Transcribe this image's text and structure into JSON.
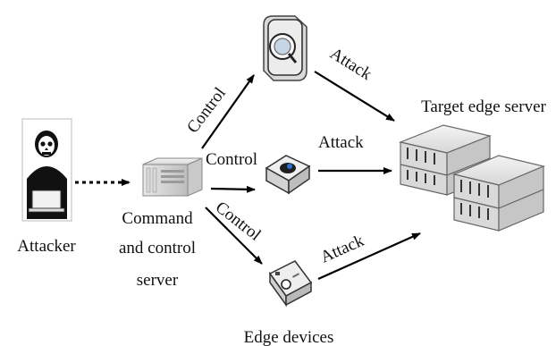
{
  "labels": {
    "attacker": "Attacker",
    "cc_server_line1": "Command",
    "cc_server_line2": "and control",
    "cc_server_line3": "server",
    "edge_devices": "Edge devices",
    "target": "Target edge server",
    "control_top": "Control",
    "control_mid": "Control",
    "control_bottom": "Control",
    "attack_top": "Attack",
    "attack_mid": "Attack",
    "attack_bottom": "Attack"
  },
  "icons": {
    "attacker": "hacker-skull-icon",
    "cc_server": "server-tower-icon",
    "camera": "security-camera-icon",
    "sensor": "smart-sensor-icon",
    "device": "iot-device-icon",
    "target": "server-rack-icon"
  }
}
